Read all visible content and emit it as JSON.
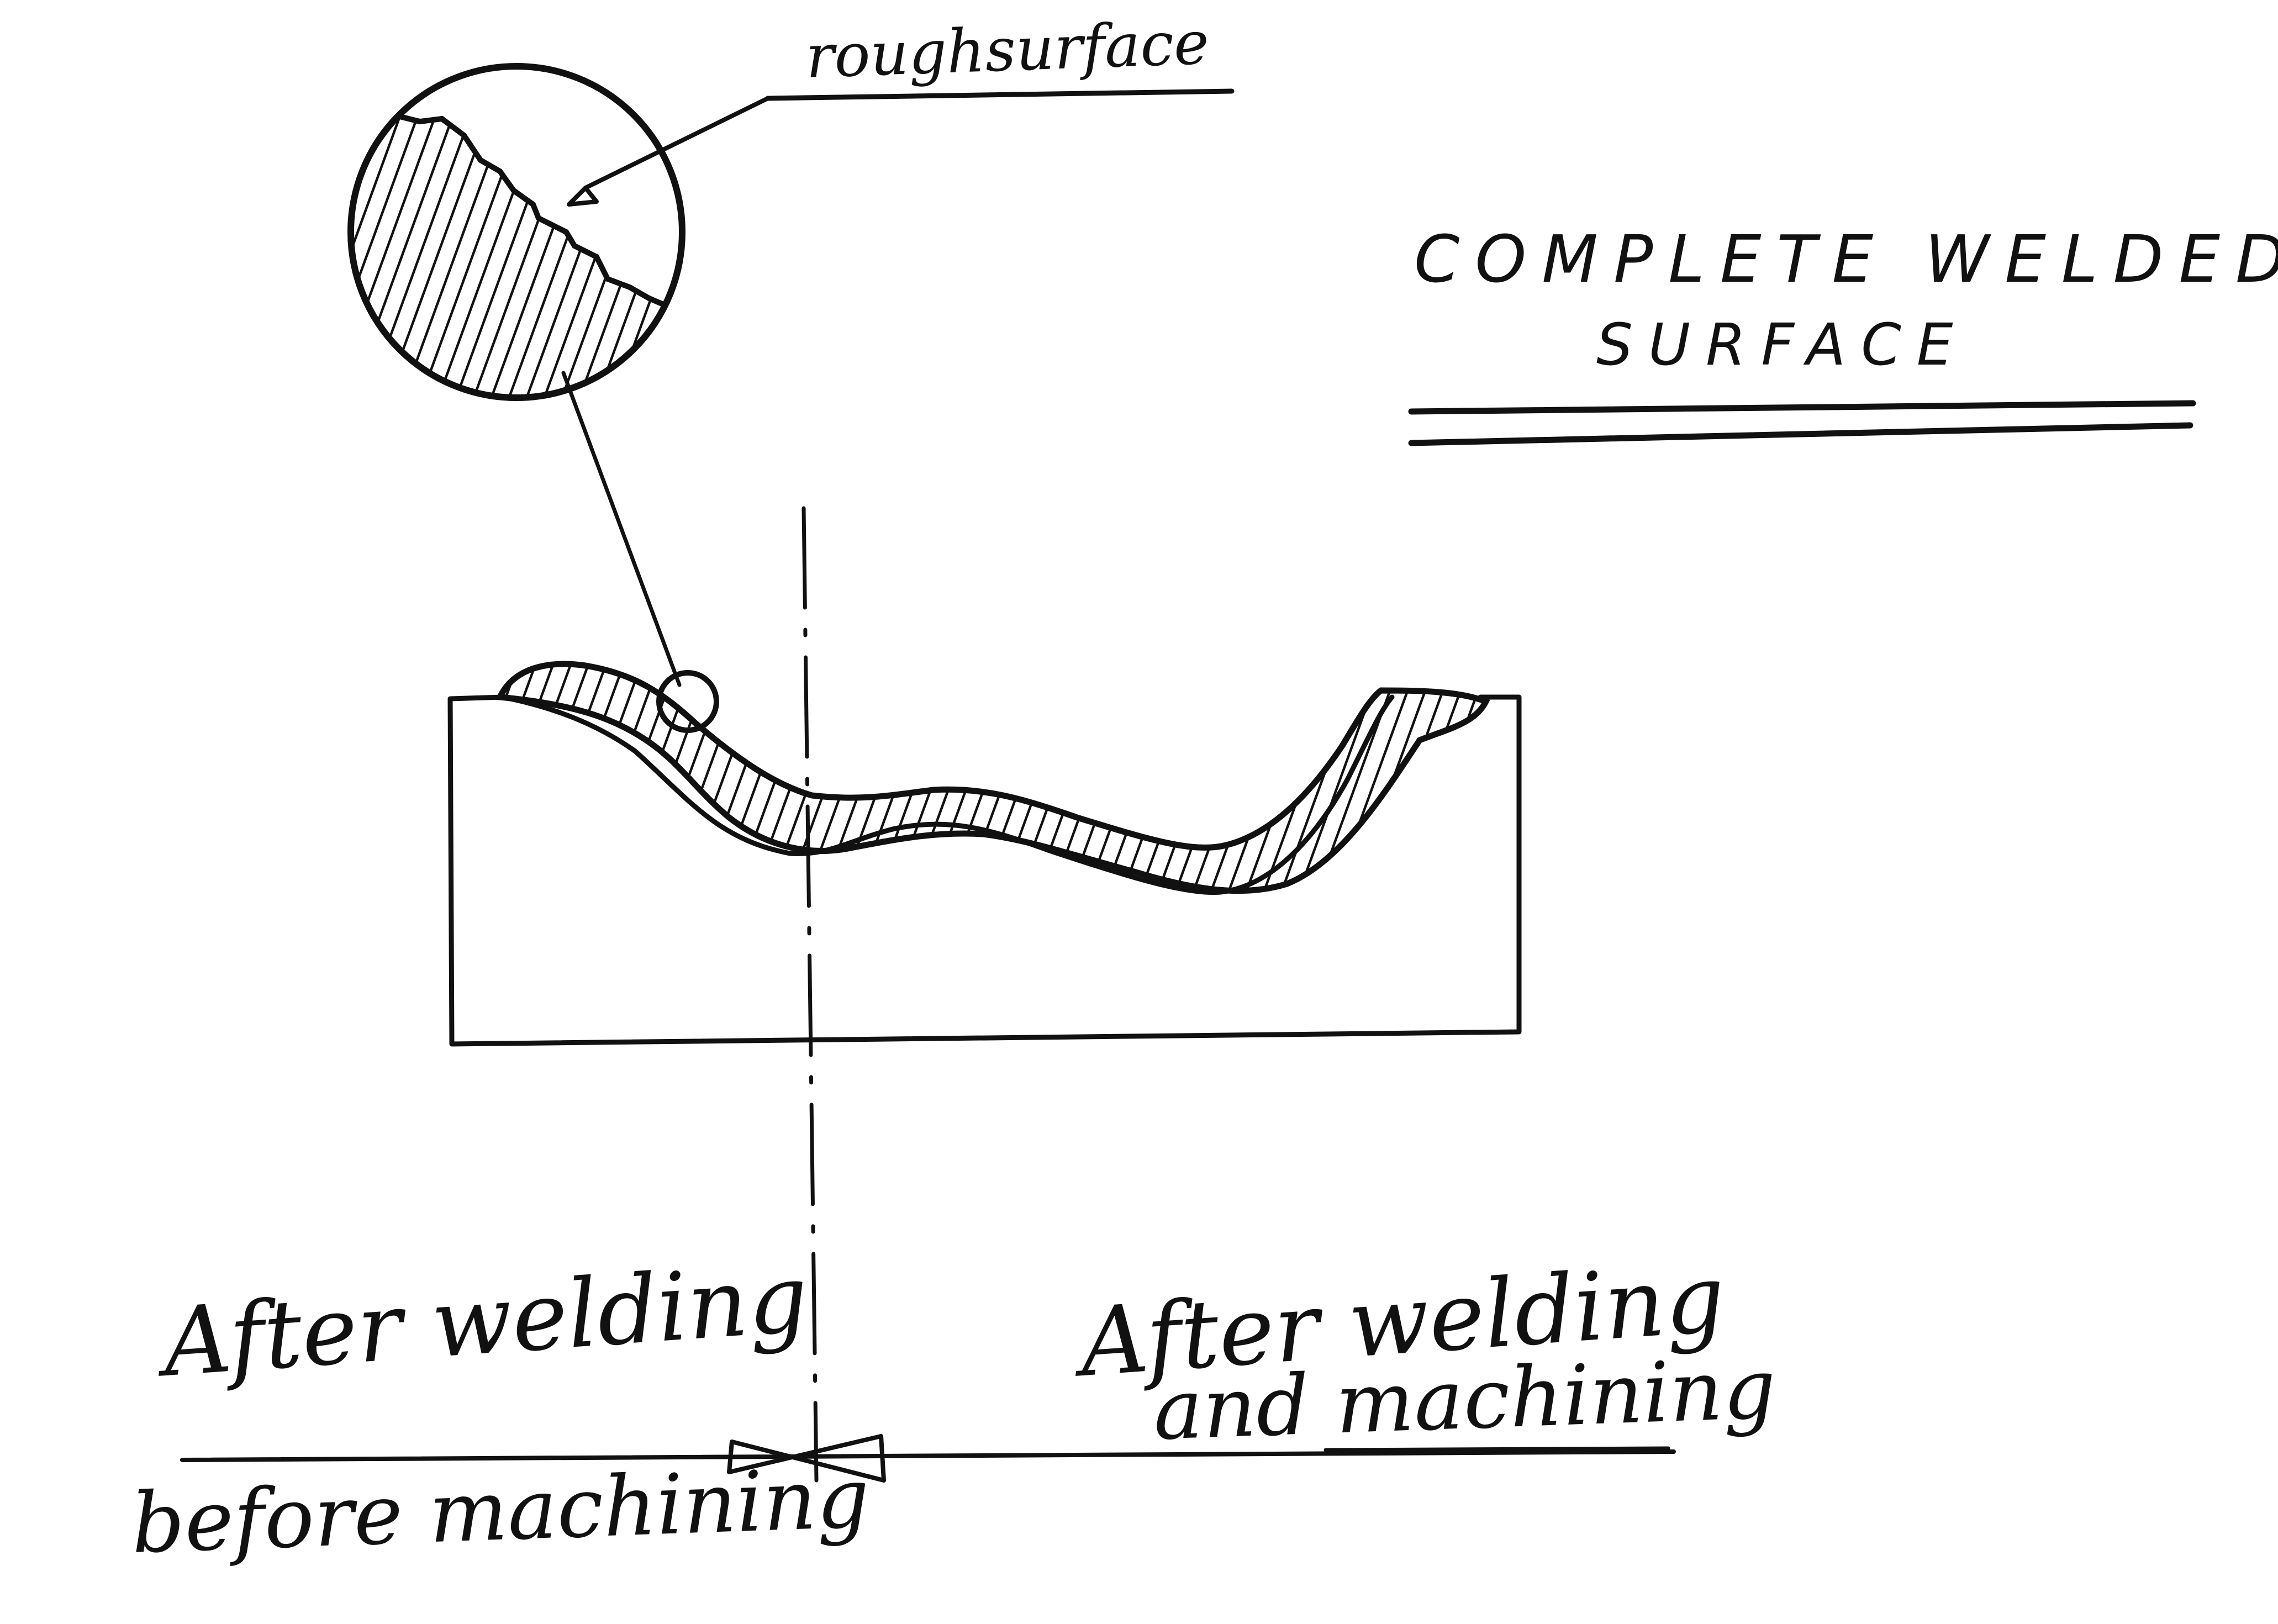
{
  "labels": {
    "rough_surface": "roughsurface",
    "title_line1": "COMPLETE WELDED",
    "title_line2": "SURFACE",
    "after_welding": "After welding",
    "before_machining": "before machining",
    "after_welding_right": "After welding",
    "and_machining": "and machining"
  },
  "colors": {
    "ink": "#111111",
    "paper": "#ffffff"
  }
}
